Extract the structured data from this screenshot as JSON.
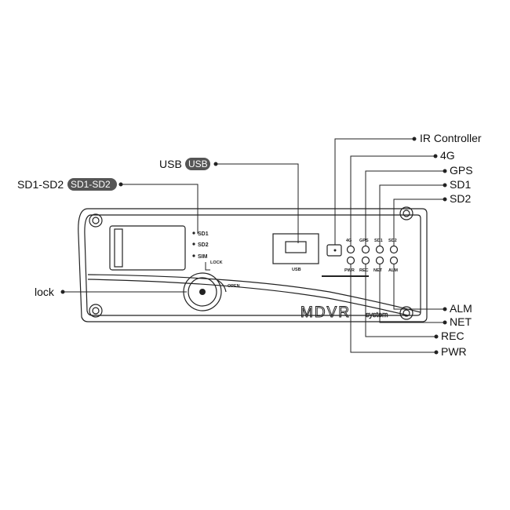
{
  "callouts": {
    "ir_controller": "IR Controller",
    "g4": "4G",
    "gps": "GPS",
    "sd1": "SD1",
    "sd2": "SD2",
    "usb": "USB",
    "usb_badge": "USB",
    "sd1_sd2": "SD1-SD2",
    "sd1_sd2_badge": "SD1-SD2",
    "lock": "lock",
    "alm": "ALM",
    "net": "NET",
    "rec": "REC",
    "pwr": "PWR"
  },
  "panel": {
    "slot_sd1": "SD1",
    "slot_sd2": "SD2",
    "slot_sim": "SIM",
    "lock_label": "LOCK",
    "open_label": "OPEN",
    "usb_port_label": "USB",
    "led_top": [
      "4G",
      "GPS",
      "SD1",
      "SD2"
    ],
    "led_bottom": [
      "PWR",
      "REC",
      "NET",
      "ALM"
    ],
    "brand": "MDVR",
    "brand_sub": "system"
  },
  "colors": {
    "line": "#222222",
    "badge_bg": "#555555"
  },
  "icons": {
    "lock_knob": "lock-knob-icon",
    "screw": "screw-icon",
    "led": "led-indicator-icon"
  }
}
